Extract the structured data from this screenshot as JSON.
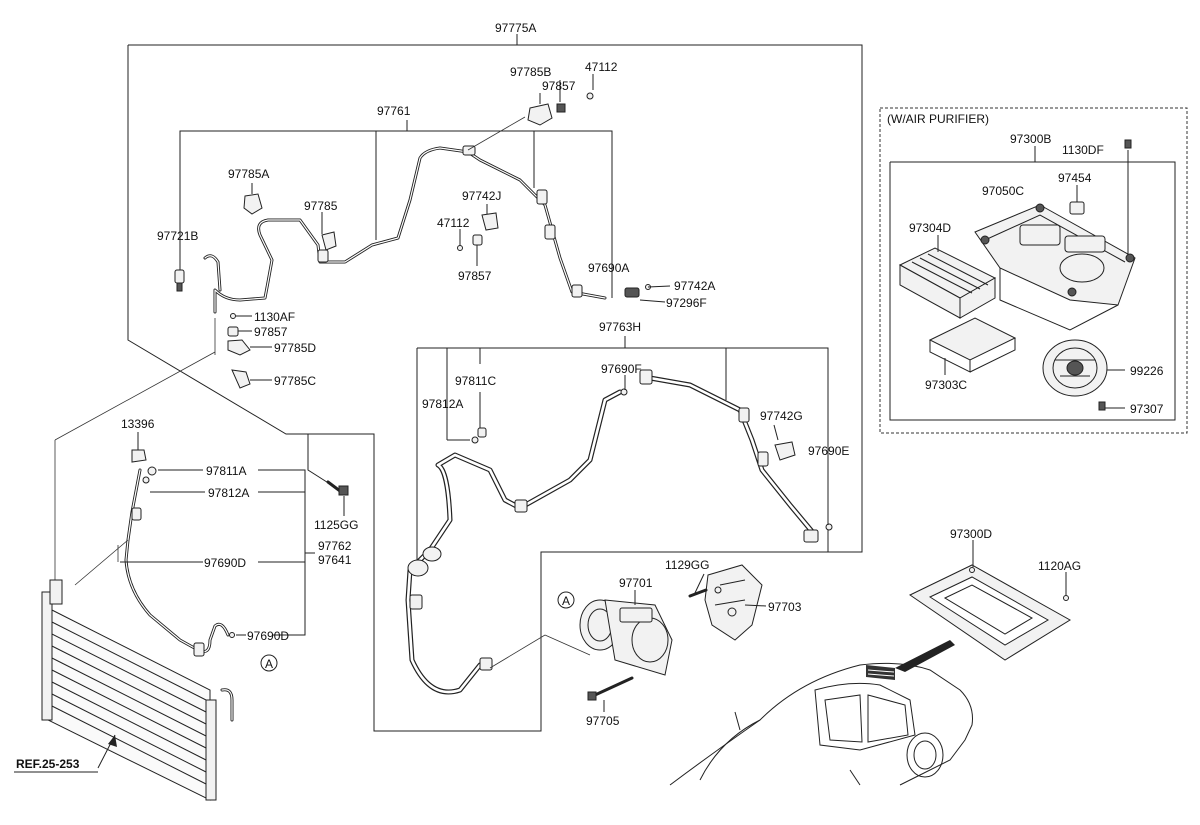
{
  "labels": {
    "l97775A": "97775A",
    "l97785B": "97785B",
    "l47112a": "47112",
    "l97857a": "97857",
    "l97761": "97761",
    "l97785A": "97785A",
    "l97785": "97785",
    "l97742J": "97742J",
    "l47112b": "47112",
    "l97857b": "97857",
    "l97721B": "97721B",
    "l97690A": "97690A",
    "l97742A": "97742A",
    "l97296F": "97296F",
    "l1130AF": "1130AF",
    "l97857c": "97857",
    "l97785D": "97785D",
    "l97785C": "97785C",
    "l97763H": "97763H",
    "l97811C": "97811C",
    "l97690F": "97690F",
    "l97812A": "97812A",
    "l97742G": "97742G",
    "l97690E": "97690E",
    "l13396": "13396",
    "l97811A": "97811A",
    "l97812A2": "97812A",
    "l1125GG": "1125GG",
    "l97762": "97762",
    "l97641": "97641",
    "l97690D": "97690D",
    "l97690D2": "97690D",
    "lA1": "A",
    "lA2": "A",
    "l97701": "97701",
    "l1129GG": "1129GG",
    "l97703": "97703",
    "l97705": "97705",
    "lref": "REF.25-253",
    "l97300D": "97300D",
    "l1120AG": "1120AG",
    "lpurifier": "(W/AIR PURIFIER)",
    "l97300B": "97300B",
    "l1130DF": "1130DF",
    "l97050C": "97050C",
    "l97454": "97454",
    "l97304D": "97304D",
    "l97303C": "97303C",
    "l99226": "99226",
    "l97307": "97307"
  }
}
